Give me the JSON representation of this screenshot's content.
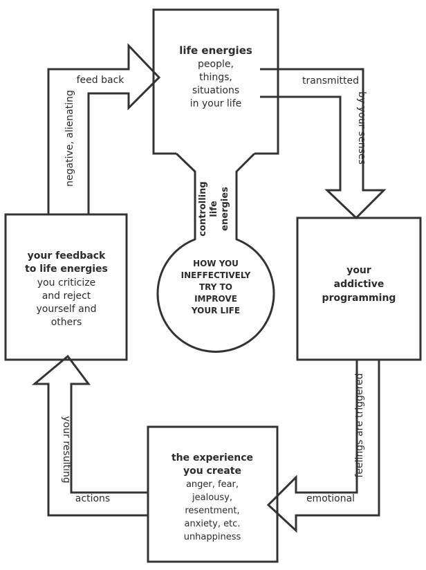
{
  "boxes": {
    "life_energies": {
      "title": "life energies",
      "lines": [
        "people,",
        "things,",
        "situations",
        "in your life"
      ]
    },
    "addictive_programming": {
      "lines": [
        "your",
        "addictive",
        "programming"
      ]
    },
    "experience": {
      "title_lines": [
        "the experience",
        "you create"
      ],
      "lines": [
        "anger, fear,",
        "jealousy,",
        "resentment,",
        "anxiety, etc.",
        "unhappiness"
      ]
    },
    "feedback": {
      "title_lines": [
        "your feedback",
        "to life energies"
      ],
      "lines": [
        "you criticize",
        "and reject",
        "yourself and",
        "others"
      ]
    }
  },
  "center": {
    "stem_lines": [
      "controlling",
      "life",
      "energies"
    ],
    "bulb_lines": [
      "HOW YOU",
      "INEFFECTIVELY",
      "TRY TO",
      "IMPROVE",
      "YOUR LIFE"
    ]
  },
  "arrows": {
    "transmitted": "transmitted",
    "by_your_senses": "by your senses",
    "feelings_are_triggered": "feelings are triggered",
    "emotional": "emotional",
    "actions": "actions",
    "your_resulting": "your resulting",
    "negative_alienating": "negative, alienating",
    "feed_back": "feed back"
  }
}
